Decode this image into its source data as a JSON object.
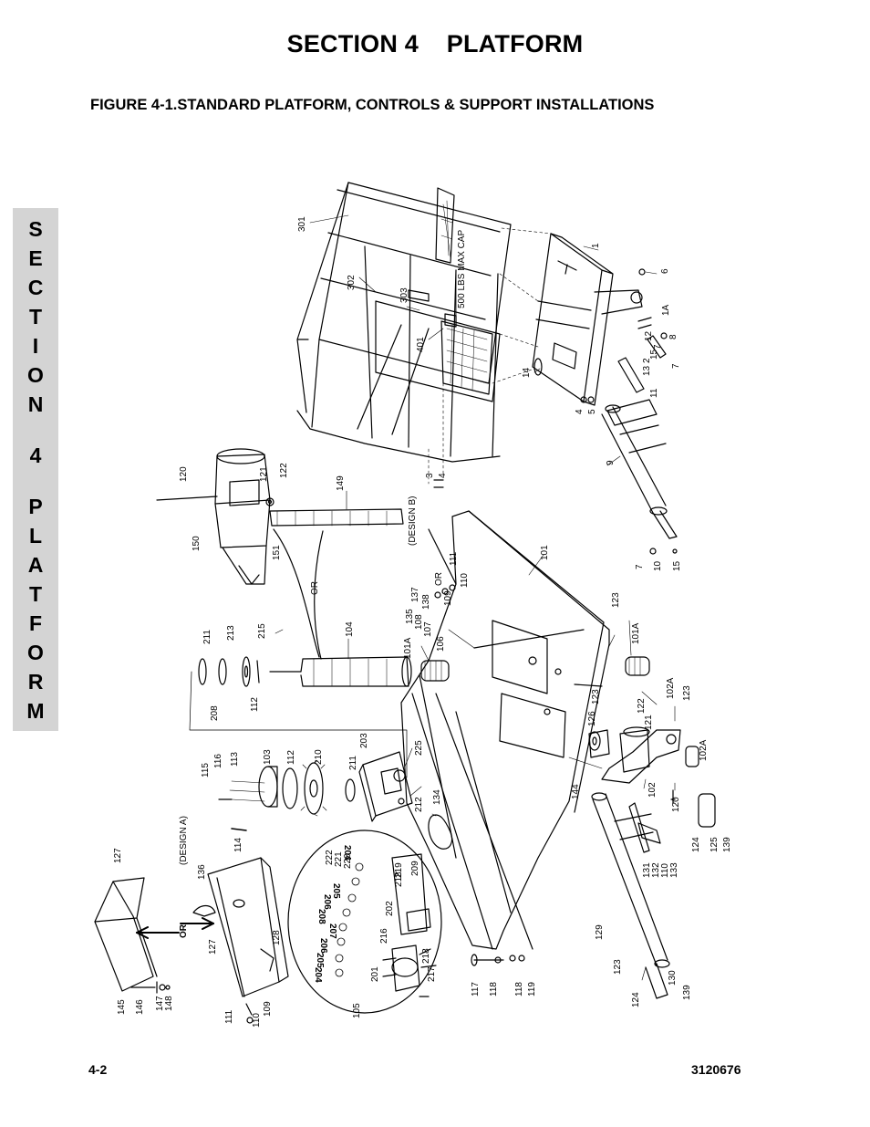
{
  "header": {
    "section_title": "SECTION 4    PLATFORM",
    "figure_title": "FIGURE 4-1.STANDARD PLATFORM, CONTROLS & SUPPORT INSTALLATIONS"
  },
  "side_tab": {
    "letters": [
      "S",
      "E",
      "C",
      "T",
      "I",
      "O",
      "N",
      "",
      "4",
      "",
      "P",
      "L",
      "A",
      "T",
      "F",
      "O",
      "R",
      "M"
    ]
  },
  "diagram": {
    "callouts": {
      "c301": "301",
      "c302": "302",
      "c303": "303",
      "c401": "401",
      "c1": "1",
      "c6": "6",
      "c1A": "1A",
      "c12": "12",
      "c7a": "7",
      "c15a": "15",
      "c8": "8",
      "c2": "2",
      "c13": "13",
      "c7b": "7",
      "c11": "11",
      "c14": "14",
      "c4a": "4",
      "c5": "5",
      "c9": "9",
      "c3": "3",
      "c4b": "4",
      "c7c": "7",
      "c10": "10",
      "c15b": "15",
      "c120a": "120",
      "c121a": "121",
      "c122a": "122",
      "c150": "150",
      "c151": "151",
      "c149": "149",
      "c104": "104",
      "c101": "101",
      "c123a": "123",
      "c101Aa": "101A",
      "c135": "135",
      "c108": "108",
      "c107": "107",
      "c106": "106",
      "c137": "137",
      "c138": "138",
      "c111a": "111",
      "c110a": "110",
      "c109a": "109",
      "c101Ab": "101A",
      "c211a": "211",
      "c213": "213",
      "c215": "215",
      "c208a": "208",
      "c112a": "112",
      "c102Aa": "102A",
      "c123b": "123",
      "c123c": "123",
      "c122b": "122",
      "c121b": "121",
      "c126": "126",
      "c102Ab": "102A",
      "c144": "144",
      "c102": "102",
      "c120b": "120",
      "c124a": "124",
      "c125": "125",
      "c139a": "139",
      "c131": "131",
      "c132": "132",
      "c110b": "110",
      "c133": "133",
      "c115": "115",
      "c116": "116",
      "c113": "113",
      "c103": "103",
      "c112b": "112",
      "c210": "210",
      "c211b": "211",
      "c203": "203",
      "c225": "225",
      "c212": "212",
      "c134": "134",
      "c114": "114",
      "c136": "136",
      "c127a": "127",
      "c127b": "127",
      "c128": "128",
      "c145": "145",
      "c146": "146",
      "c147": "147",
      "c148": "148",
      "c111b": "111",
      "c110c": "110",
      "c109b": "109",
      "c105": "105",
      "c201": "201",
      "c216": "216",
      "c202": "202",
      "c218a": "218",
      "c219": "219",
      "c209": "209",
      "c217": "217",
      "c218b": "218",
      "c222": "222",
      "c221": "221",
      "c220": "220",
      "c204a": "204",
      "c205a": "205",
      "c206a": "206",
      "c207": "207",
      "c208b": "208",
      "c206b": "206",
      "c205b": "205",
      "c204b": "204",
      "c117": "117",
      "c118a": "118",
      "c118b": "118",
      "c119": "119",
      "c129": "129",
      "c123d": "123",
      "c124b": "124",
      "c130": "130",
      "c139b": "139"
    },
    "labels": {
      "design_a": "(DESIGN A)",
      "design_b": "(DESIGN B)",
      "or_a": "OR",
      "or_b": "OR",
      "or_c": "OR",
      "decal": "500 LBS MAX CAP"
    }
  },
  "footer": {
    "page_number": "4-2",
    "doc_number": "3120676"
  }
}
